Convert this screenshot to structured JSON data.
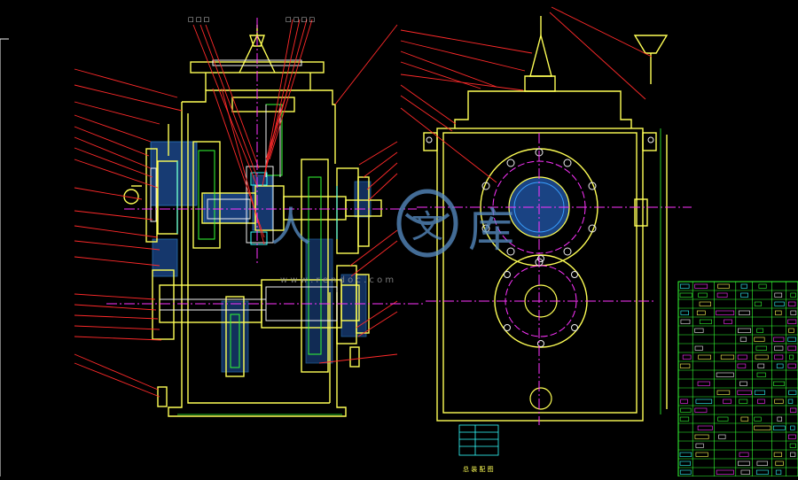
{
  "app": {
    "background": "#000000",
    "colors": {
      "outline": "#ffff55",
      "leader": "#ff2a2a",
      "centerline": "#ff33ff",
      "hatch": "#3aa0ff",
      "cyan": "#33ffff",
      "white": "#f2f2f2",
      "green": "#33ff33",
      "watermark": "#5a90c8"
    }
  },
  "watermark": {
    "glyph_left": "人",
    "glyph_mid": "文",
    "glyph_right": "库",
    "url": "w w w . r e n d o c . c o m",
    "logo": "renrendoc-logo"
  },
  "drawing": {
    "caption": "总 装 配 图",
    "views": [
      "section-view",
      "side-view"
    ],
    "balloon_marks": [
      "□ □ □",
      "□ □ □ □"
    ]
  },
  "title_block": {
    "present": true,
    "rows": 22,
    "columns": 7
  }
}
